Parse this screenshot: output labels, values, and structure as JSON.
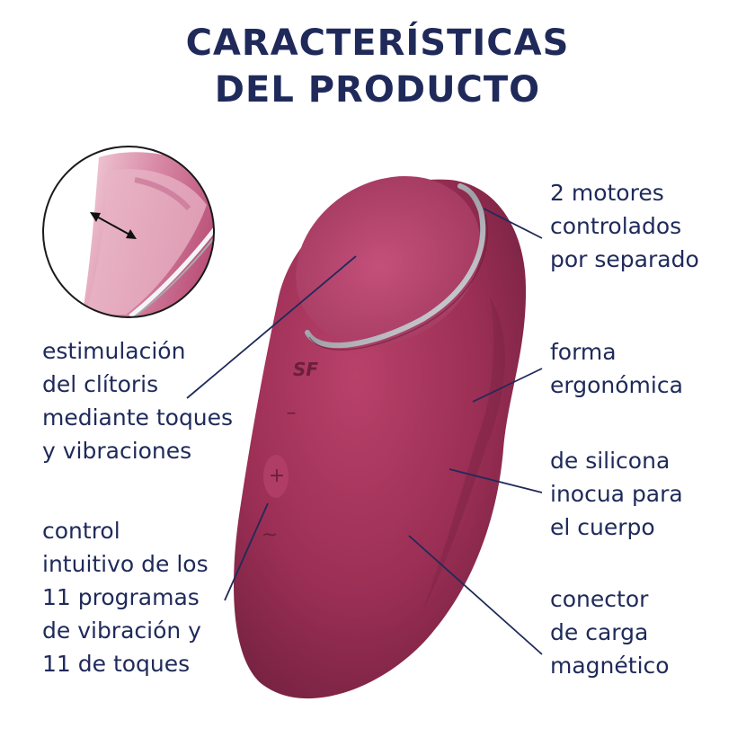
{
  "title": {
    "line1": "CARACTERÍSTICAS",
    "line2": "DEL PRODUCTO"
  },
  "features": {
    "motors": [
      "2 motores",
      "controlados",
      "por separado"
    ],
    "shape": [
      "forma",
      "ergonómica"
    ],
    "material": [
      "de silicona",
      "inocua para",
      "el cuerpo"
    ],
    "charger": [
      "conector",
      "de carga",
      "magnético"
    ],
    "stimulation": [
      "estimulación",
      "del clítoris",
      "mediante toques",
      "y vibraciones"
    ],
    "control": [
      "control",
      "intuitivo de los",
      "11 programas",
      "de vibración y",
      "11 de toques"
    ]
  },
  "device": {
    "buttons": {
      "logo": "SF",
      "minus": "–",
      "plus": "+",
      "mode": "~"
    }
  },
  "colors": {
    "text": "#1f2a5a",
    "device": "#9c2f55",
    "device_dark": "#6e1f3c",
    "ring": "#c9c9cf"
  }
}
